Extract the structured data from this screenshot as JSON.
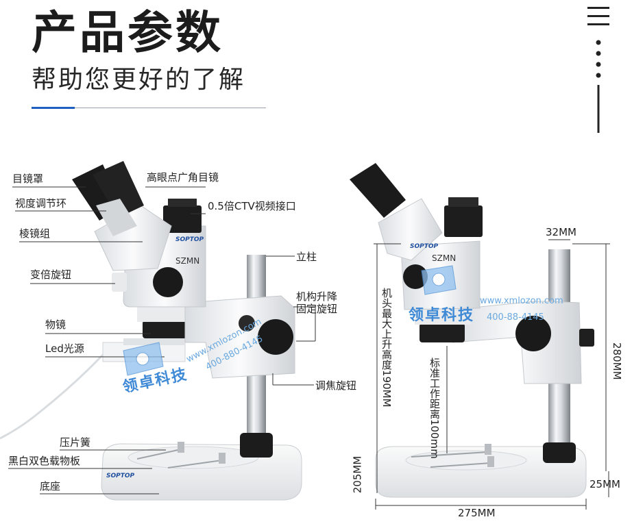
{
  "header": {
    "title": "产品参数",
    "subtitle": "帮助您更好的了解",
    "accent_color": "#1f5fbf",
    "menu_icon": "hamburger-icon"
  },
  "left_labels": {
    "eyepiece_cup": "目镜罩",
    "diopter_ring": "视度调节环",
    "prism_group": "棱镜组",
    "zoom_knob": "变倍旋钮",
    "objective": "物镜",
    "led_light": "Led光源",
    "stage_clip": "压片簧",
    "stage_plate": "黑白双色载物板",
    "base": "底座",
    "high_eyepoint": "高眼点广角目镜",
    "ctv_port": "0.5倍CTV视频接口",
    "pillar": "立柱",
    "lift_lock": "机构升降",
    "lift_lock_2": "固定旋钮",
    "focus_knob": "调焦旋钮"
  },
  "brand": {
    "logo": "SOPTOP",
    "model": "SZMN"
  },
  "watermark": {
    "name": "领卓科技",
    "url": "www.xmlozon.com",
    "phone": "400-880-4145",
    "url_right": "www.xmlozon.com",
    "phone_right": "400-88-4145"
  },
  "dimensions": {
    "pillar_diameter": "32MM",
    "max_head_height": "机头最大上升高度190MM",
    "working_distance": "标准工作距离100mm",
    "total_height": "280MM",
    "base_depth": "205MM",
    "base_height": "25MM",
    "base_width": "275MM"
  }
}
